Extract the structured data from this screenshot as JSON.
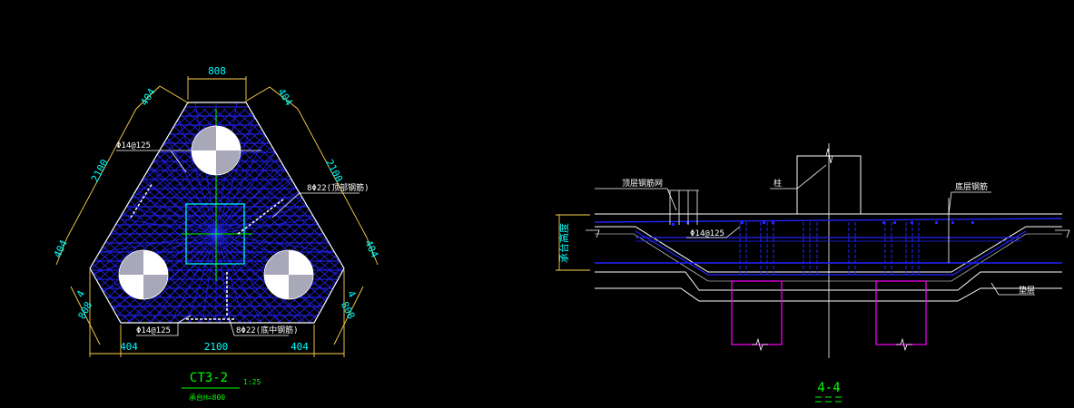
{
  "colors": {
    "background": "#000000",
    "outline": "#ffffff",
    "rebar": "#2323ff",
    "dimension": "#ffd54a",
    "dim_text": "#00ffff",
    "centerline": "#00ff00",
    "column": "#00ffff",
    "pile": "#ff00ff",
    "label": "#00ff00"
  },
  "plan": {
    "dims": {
      "top": "808",
      "left_upper": "404",
      "left_side": "2100",
      "left_lower": "404",
      "right_upper": "404",
      "right_side": "2100",
      "right_lower": "404",
      "bottom_left": "404",
      "bottom_mid": "2100",
      "bottom_right": "404",
      "left_corner_num": "4",
      "left_corner_dim": "808",
      "right_corner_num": "4",
      "right_corner_dim": "808"
    },
    "callouts": {
      "stirrup_top": "Φ14@125",
      "bar_right": "8Φ22(顶部钢筋)",
      "stirrup_bottom": "Φ14@125",
      "bar_bottom": "8Φ22(底中钢筋)"
    },
    "title": "CT3-2",
    "scale": "1:25",
    "subtitle": "承台H=800"
  },
  "section": {
    "callouts": {
      "top_left": "顶层钢筋网",
      "column": "柱",
      "top_right": "底层钢筋",
      "stirrup": "Φ14@125",
      "height": "承台高度",
      "bedding": "垫层"
    },
    "title": "4-4"
  }
}
